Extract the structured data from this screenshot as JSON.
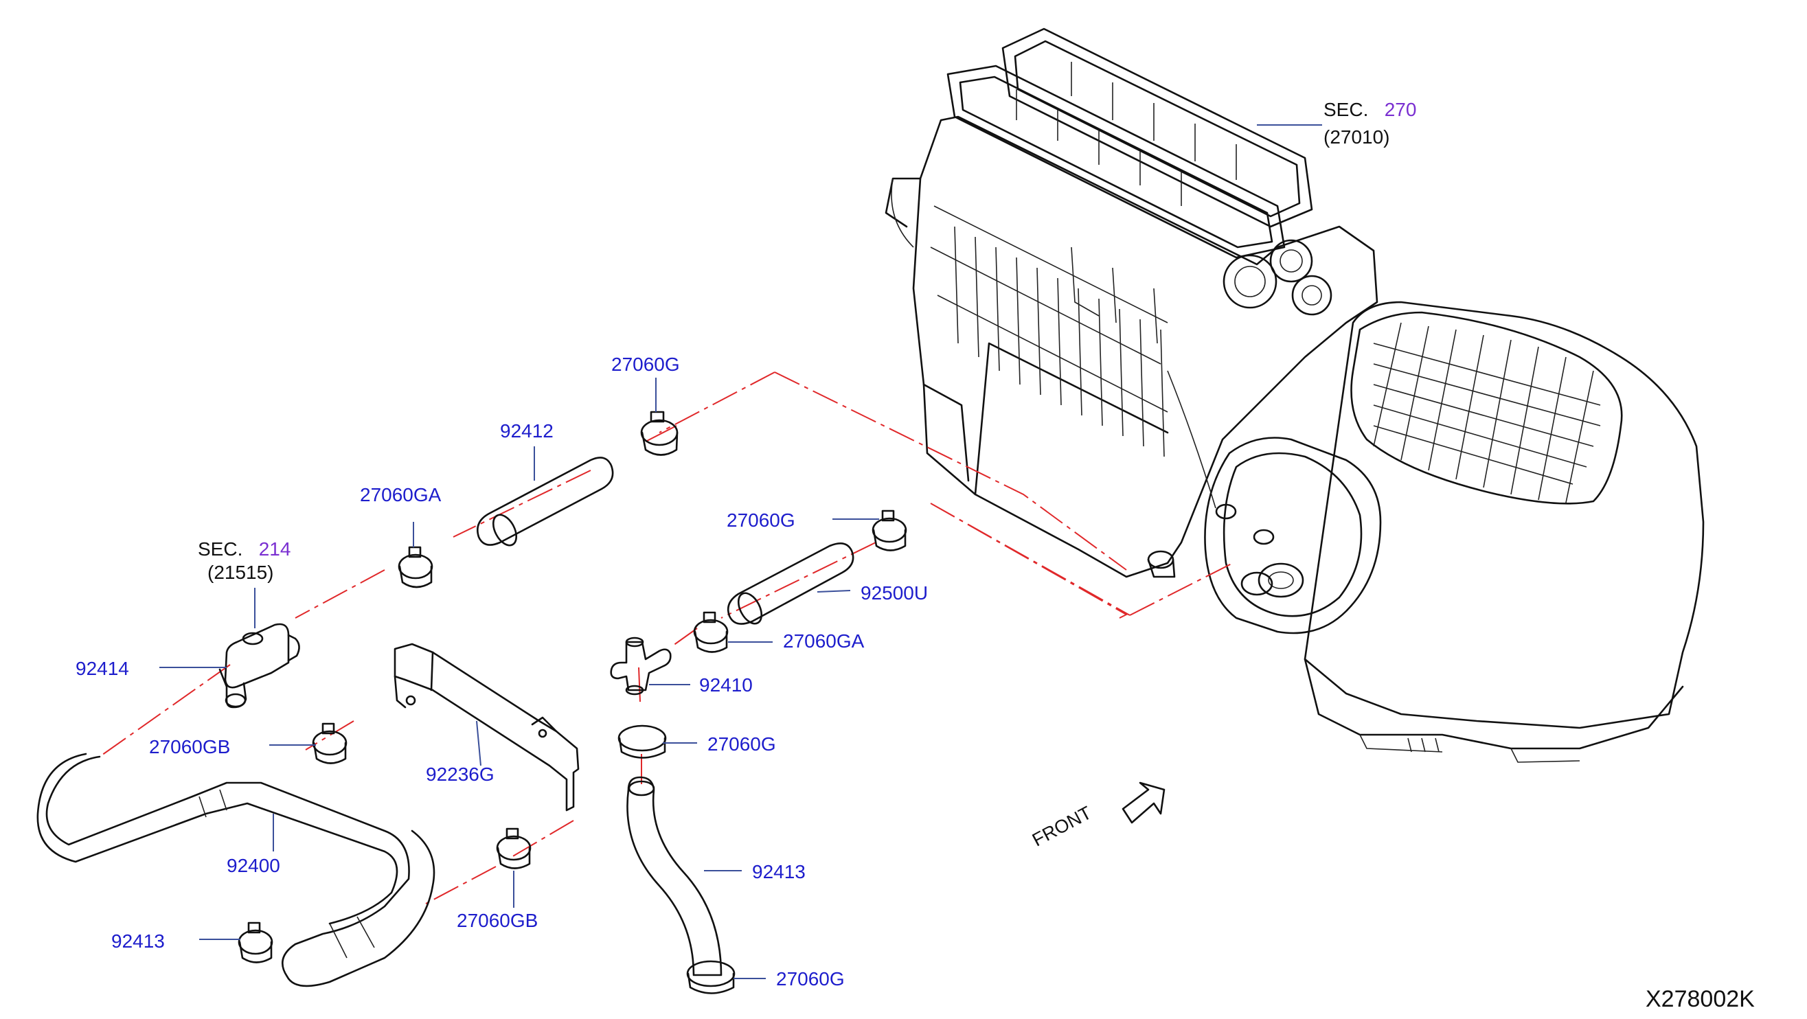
{
  "diagram_code": "X278002K",
  "front_label": "FRONT",
  "sections": [
    {
      "prefix": "SEC.",
      "number": "270",
      "part": "(27010)"
    },
    {
      "prefix": "SEC.",
      "number": "214",
      "part": "(21515)"
    }
  ],
  "callouts": [
    "27060G",
    "92412",
    "27060GA",
    "27060G",
    "92500U",
    "27060GA",
    "92414",
    "92410",
    "27060GB",
    "92236G",
    "27060G",
    "92400",
    "92413",
    "27060GB",
    "92413",
    "27060G"
  ]
}
